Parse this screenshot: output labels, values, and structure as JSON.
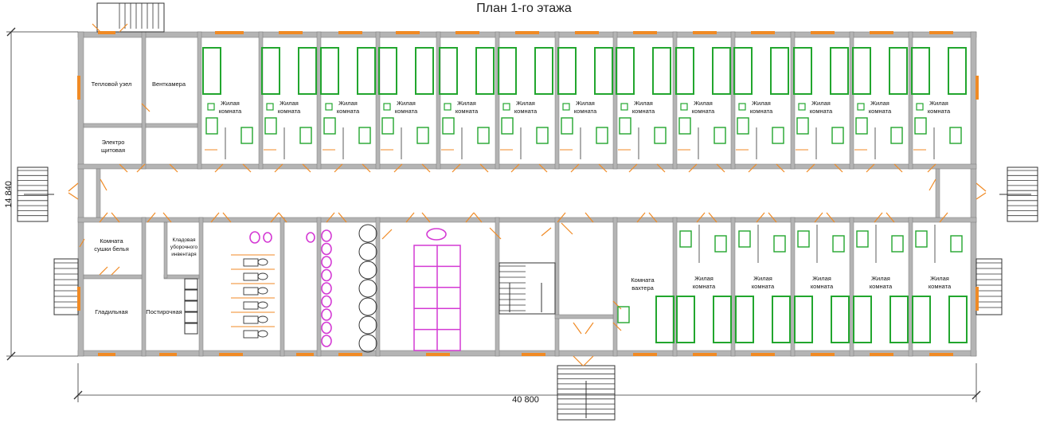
{
  "title": "План 1-го этажа",
  "dimensions": {
    "width": "40 800",
    "depth": "14 840"
  },
  "colors": {
    "wall": "#b4b4b4",
    "window": "#f08a24",
    "door": "#f08a24",
    "bed": "#22a62e",
    "sanitary": "#d43ad4",
    "line": "#333333"
  },
  "rooms": {
    "heat_unit": "Тепловой узел",
    "vent": "Венткамера",
    "electro_1": "Электро",
    "electro_2": "щитовая",
    "living_1": "Жилая",
    "living_2": "комната",
    "drying_1": "Комната",
    "drying_2": "сушки белья",
    "ironing": "Гладильная",
    "laundry": "Постирочная",
    "storage_1": "Кладовая",
    "storage_2": "уборочного",
    "storage_3": "инвентаря",
    "guard_1": "Комната",
    "guard_2": "вахтера"
  }
}
